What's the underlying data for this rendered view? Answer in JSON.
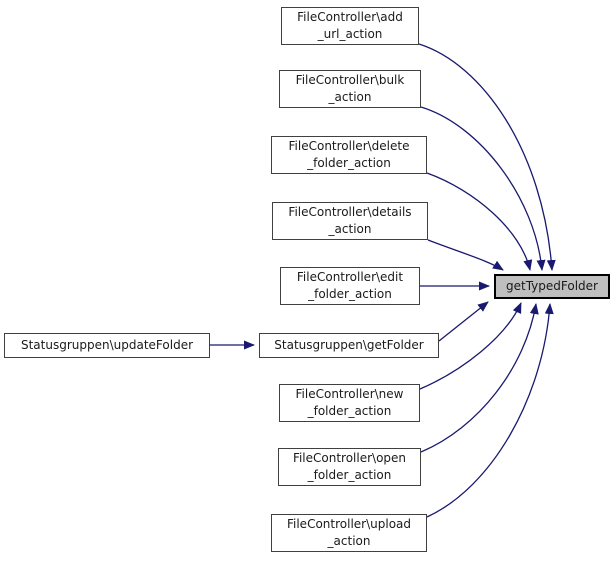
{
  "diagram": {
    "type": "call-graph",
    "central_node": {
      "label": "getTypedFolder",
      "fill_color": "#bfbfbf",
      "border_color": "#000000"
    },
    "colors": {
      "edge": "#191970",
      "node_border": "#404040",
      "node_fill": "#ffffff",
      "text": "#1a1a1a"
    },
    "nodes": [
      {
        "id": "add_url_action",
        "lines": [
          "FileController\\add",
          "_url_action"
        ]
      },
      {
        "id": "bulk_action",
        "lines": [
          "FileController\\bulk",
          "_action"
        ]
      },
      {
        "id": "delete_folder_action",
        "lines": [
          "FileController\\delete",
          "_folder_action"
        ]
      },
      {
        "id": "details_action",
        "lines": [
          "FileController\\details",
          "_action"
        ]
      },
      {
        "id": "edit_folder_action",
        "lines": [
          "FileController\\edit",
          "_folder_action"
        ]
      },
      {
        "id": "getFolder",
        "lines": [
          "Statusgruppen\\getFolder"
        ]
      },
      {
        "id": "updateFolder",
        "lines": [
          "Statusgruppen\\updateFolder"
        ]
      },
      {
        "id": "new_folder_action",
        "lines": [
          "FileController\\new",
          "_folder_action"
        ]
      },
      {
        "id": "open_folder_action",
        "lines": [
          "FileController\\open",
          "_folder_action"
        ]
      },
      {
        "id": "upload_action",
        "lines": [
          "FileController\\upload",
          "_action"
        ]
      }
    ],
    "edges": [
      {
        "from": "FileController\\add_url_action",
        "to": "getTypedFolder"
      },
      {
        "from": "FileController\\bulk_action",
        "to": "getTypedFolder"
      },
      {
        "from": "FileController\\delete_folder_action",
        "to": "getTypedFolder"
      },
      {
        "from": "FileController\\details_action",
        "to": "getTypedFolder"
      },
      {
        "from": "FileController\\edit_folder_action",
        "to": "getTypedFolder"
      },
      {
        "from": "Statusgruppen\\getFolder",
        "to": "getTypedFolder"
      },
      {
        "from": "Statusgruppen\\updateFolder",
        "to": "Statusgruppen\\getFolder"
      },
      {
        "from": "FileController\\new_folder_action",
        "to": "getTypedFolder"
      },
      {
        "from": "FileController\\open_folder_action",
        "to": "getTypedFolder"
      },
      {
        "from": "FileController\\upload_action",
        "to": "getTypedFolder"
      }
    ]
  }
}
